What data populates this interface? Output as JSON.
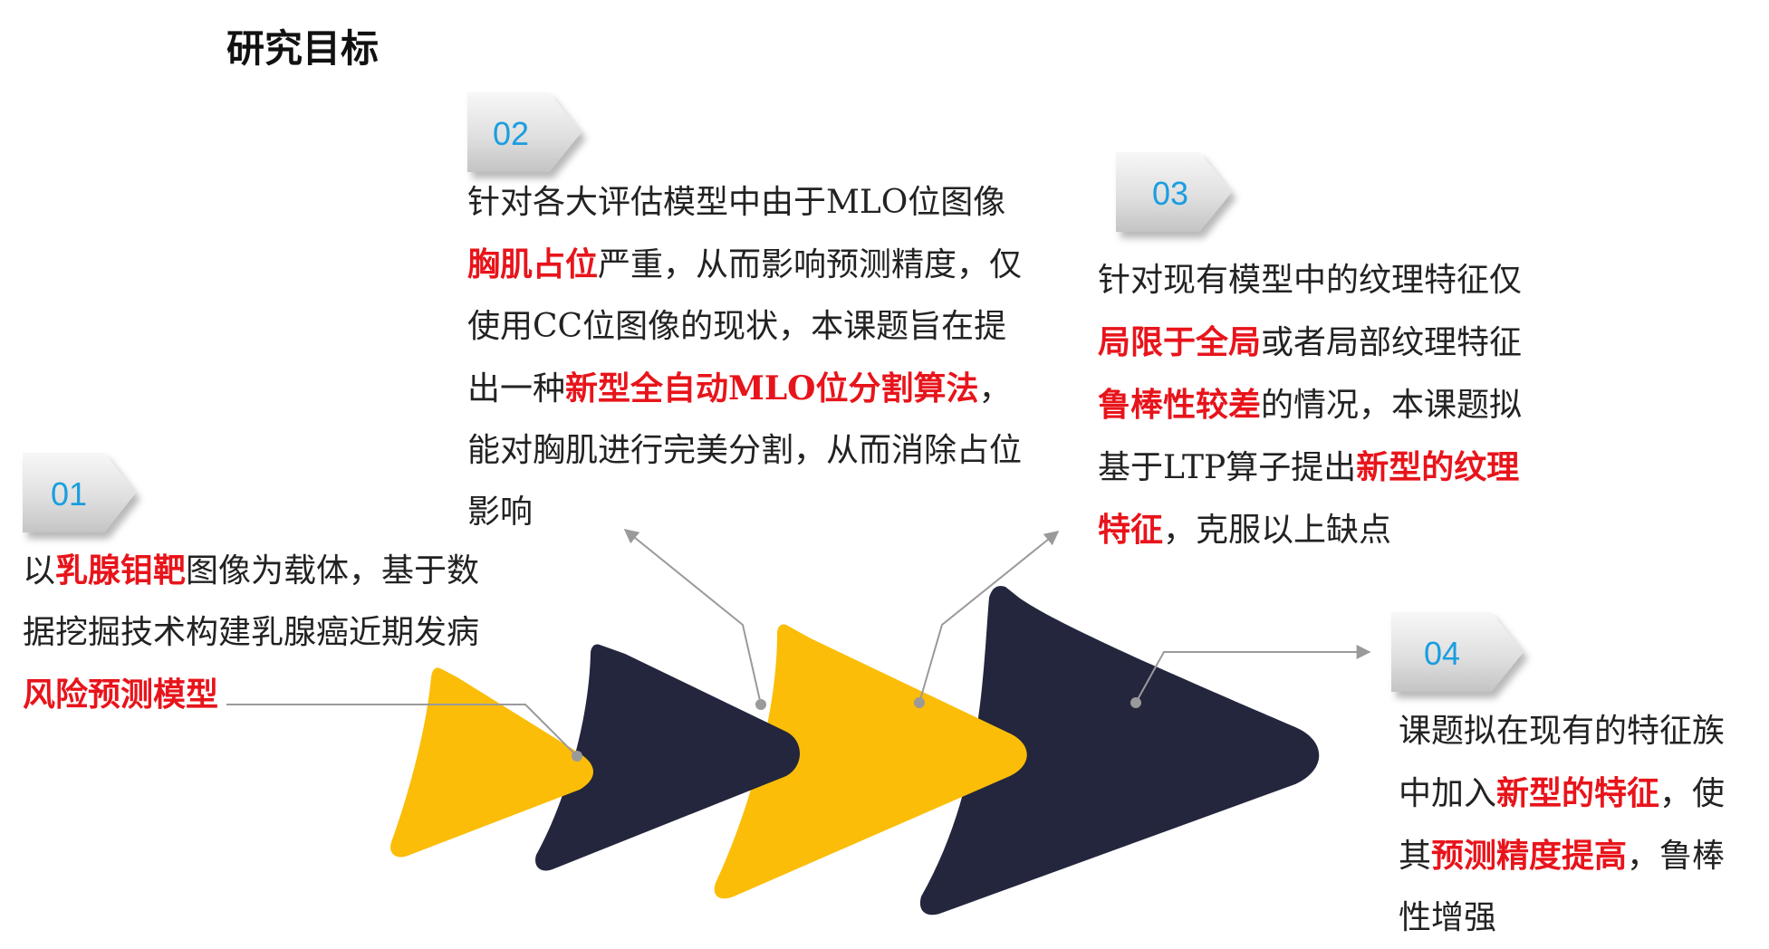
{
  "title": "研究目标",
  "colors": {
    "yellow": "#fbbd08",
    "navy": "#23263d",
    "highlight": "#e8141b",
    "number": "#1a9ee0",
    "connector": "#9a9a9a"
  },
  "goals": [
    {
      "number": "01",
      "segments": [
        {
          "text": "以",
          "highlight": false
        },
        {
          "text": "乳腺钼靶",
          "highlight": true
        },
        {
          "text": "图像为载体，基于数据挖掘技术构建乳腺癌近期发病",
          "highlight": false
        },
        {
          "text": "风险预测模型",
          "highlight": true
        }
      ]
    },
    {
      "number": "02",
      "segments": [
        {
          "text": "针对各大评估模型中由于MLO位图像",
          "highlight": false
        },
        {
          "text": "胸肌占位",
          "highlight": true
        },
        {
          "text": "严重，从而影响预测精度，仅使用CC位图像的现状，本课题旨在提出一种",
          "highlight": false
        },
        {
          "text": "新型全自动MLO位分割算法",
          "highlight": true
        },
        {
          "text": "，能对胸肌进行完美分割，从而消除占位影响",
          "highlight": false
        }
      ]
    },
    {
      "number": "03",
      "segments": [
        {
          "text": "针对现有模型中的纹理特征仅",
          "highlight": false
        },
        {
          "text": "局限于全局",
          "highlight": true
        },
        {
          "text": "或者局部纹理特征",
          "highlight": false
        },
        {
          "text": "鲁棒性较差",
          "highlight": true
        },
        {
          "text": "的情况，本课题拟基于LTP算子提出",
          "highlight": false
        },
        {
          "text": "新型的纹理特征",
          "highlight": true
        },
        {
          "text": "，克服以上缺点",
          "highlight": false
        }
      ]
    },
    {
      "number": "04",
      "segments": [
        {
          "text": "课题拟在现有的特征族中加入",
          "highlight": false
        },
        {
          "text": "新型的特征",
          "highlight": true
        },
        {
          "text": "，使其",
          "highlight": false
        },
        {
          "text": "预测精度提高",
          "highlight": true
        },
        {
          "text": "，鲁棒性增强",
          "highlight": false
        }
      ]
    }
  ]
}
